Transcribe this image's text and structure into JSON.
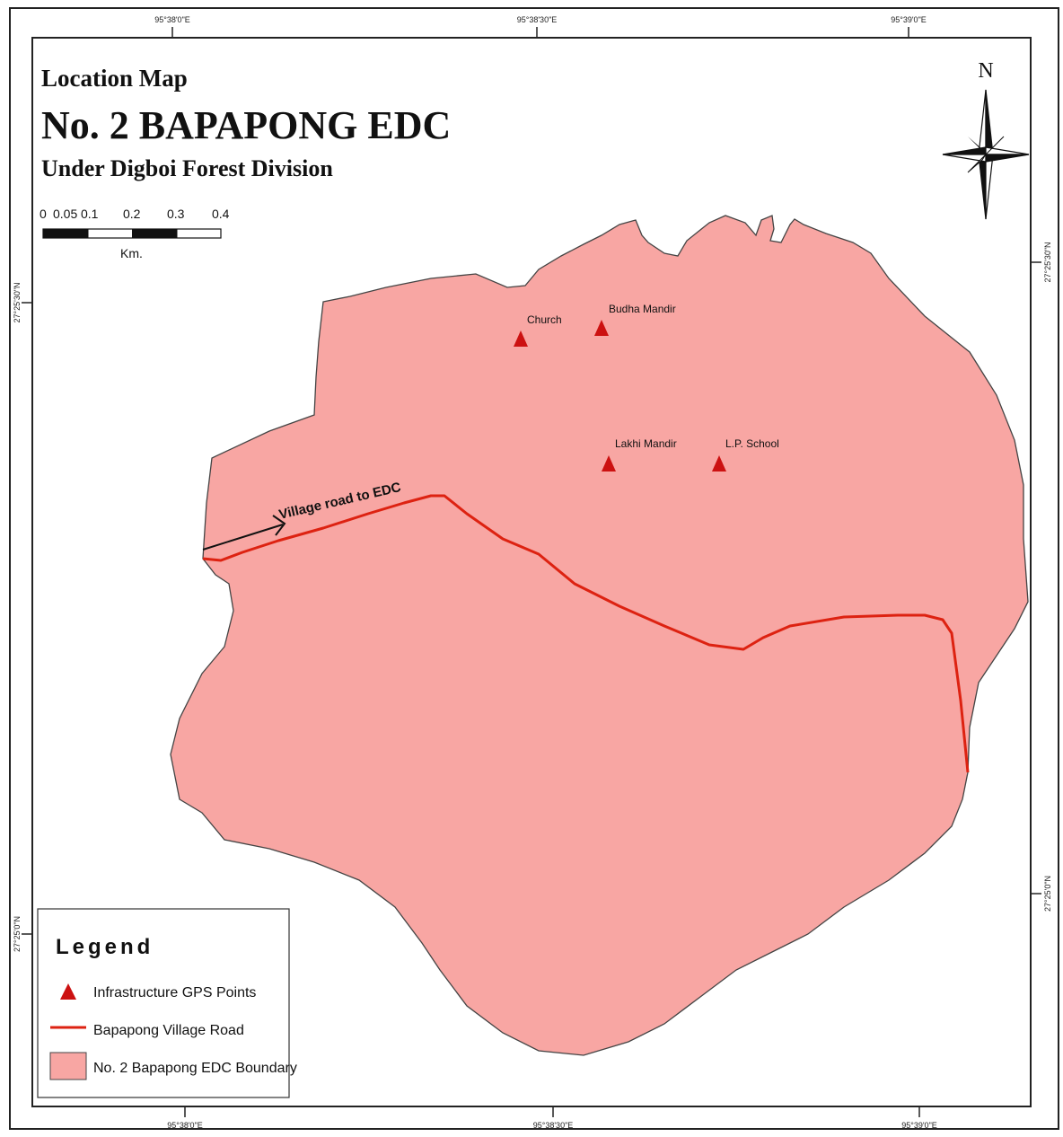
{
  "title": {
    "line1": "Location Map",
    "line2": "No. 2 BAPAPONG EDC",
    "line3": "Under Digboi Forest Division"
  },
  "north_arrow": {
    "label": "N"
  },
  "scale_bar": {
    "ticks": [
      "0",
      "0.05",
      "0.1",
      "0.2",
      "0.3",
      "0.4"
    ],
    "unit": "Km."
  },
  "coordinates": {
    "top": [
      "95°38'0\"E",
      "95°38'30\"E",
      "95°39'0\"E"
    ],
    "bottom": [
      "95°38'0\"E",
      "95°38'30\"E",
      "95°39'0\"E"
    ],
    "left": [
      "27°25'30\"N",
      "27°25'0\"N"
    ],
    "right": [
      "27°25'30\"N",
      "27°25'0\"N"
    ]
  },
  "places": [
    {
      "label": "Church"
    },
    {
      "label": "Budha Mandir"
    },
    {
      "label": "Lakhi Mandir"
    },
    {
      "label": "L.P. School"
    }
  ],
  "road_annotation": "Village road to EDC",
  "legend": {
    "title": "Legend",
    "items": [
      {
        "label": "Infrastructure GPS Points"
      },
      {
        "label": "Bapapong Village Road"
      },
      {
        "label": "No. 2 Bapapong EDC Boundary"
      }
    ]
  },
  "colors": {
    "boundary_fill": "#f8a6a3",
    "boundary_stroke": "#444444",
    "road": "#dd2211",
    "gps_point": "#cc1111"
  },
  "icons": {
    "north_arrow": "compass-rose-icon",
    "gps_point": "triangle-marker-icon"
  }
}
